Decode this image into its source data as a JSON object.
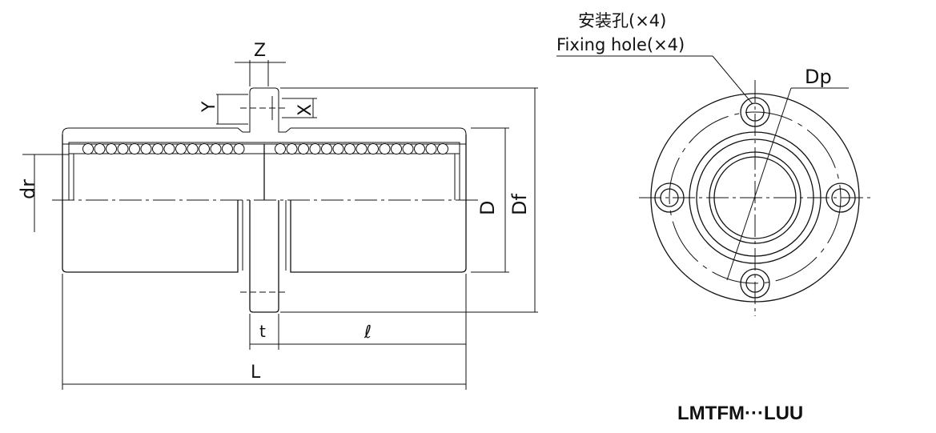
{
  "labels": {
    "fixing_hole_cn": "安装孔(×4)",
    "fixing_hole_en": "Fixing hole(×4)",
    "dp": "Dp",
    "z": "Z",
    "y": "Y",
    "x": "X",
    "dr": "dr",
    "d": "D",
    "df": "Df",
    "t": "t",
    "l_small": "ℓ",
    "l_total": "L"
  },
  "model": "LMTFM···LUU",
  "colors": {
    "housing": "#a8a8a8",
    "retainer": "#b8c8e0",
    "line": "#111111"
  }
}
